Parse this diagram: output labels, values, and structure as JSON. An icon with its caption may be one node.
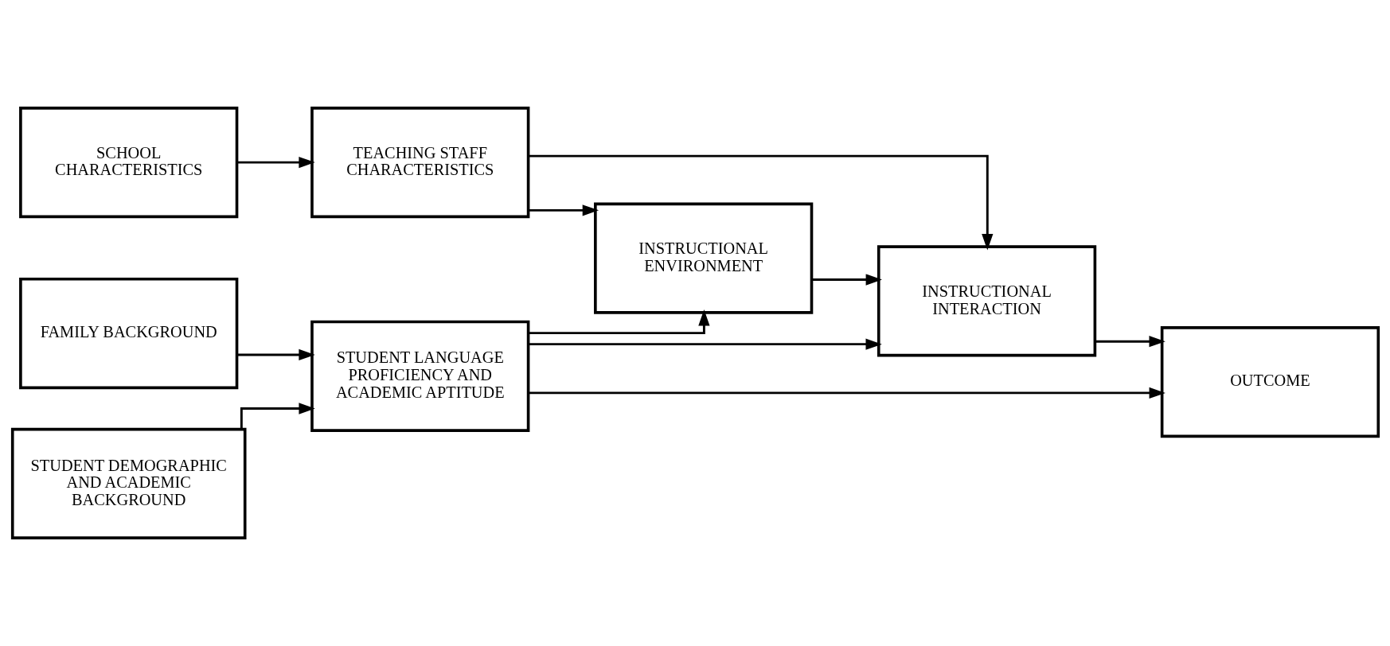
{
  "diagram": {
    "nodes": [
      {
        "text": [
          "SCHOOL CHARACTERISTICS"
        ]
      },
      {
        "text": [
          "TEACHING STAFF CHARACTERISTICS"
        ]
      },
      {
        "text": [
          "INSTRUCTIONAL ENVIRONMENT"
        ]
      },
      {
        "text": [
          "INSTRUCTIONAL INTERACTION"
        ]
      },
      {
        "text": [
          "OUTCOME"
        ]
      },
      {
        "text": [
          "FAMILY BACKGROUND"
        ]
      },
      {
        "text": [
          "STUDENT LANGUAGE PROFICIENCY AND ACADEMIC APTITUDE"
        ]
      },
      {
        "text": [
          "STUDENT DEMOGRAPHIC AND ACADEMIC BACKGROUND"
        ]
      }
    ],
    "edges": [
      {
        "from": 0,
        "to": 1,
        "arrow": "to"
      },
      {
        "from": 1,
        "to": 2,
        "arrow": "to"
      },
      {
        "from": 1,
        "to": 3,
        "arrow": "to"
      },
      {
        "from": 2,
        "to": 3,
        "arrow": "to"
      },
      {
        "from": 3,
        "to": 4,
        "arrow": "to"
      },
      {
        "from": 6,
        "to": 2,
        "arrow": "to"
      },
      {
        "from": 5,
        "to": 6,
        "arrow": "to"
      },
      {
        "from": 6,
        "to": 3,
        "arrow": "to"
      },
      {
        "from": 6,
        "to": 4,
        "arrow": "to"
      },
      {
        "from": 7,
        "to": 6,
        "arrow": "to"
      }
    ]
  }
}
